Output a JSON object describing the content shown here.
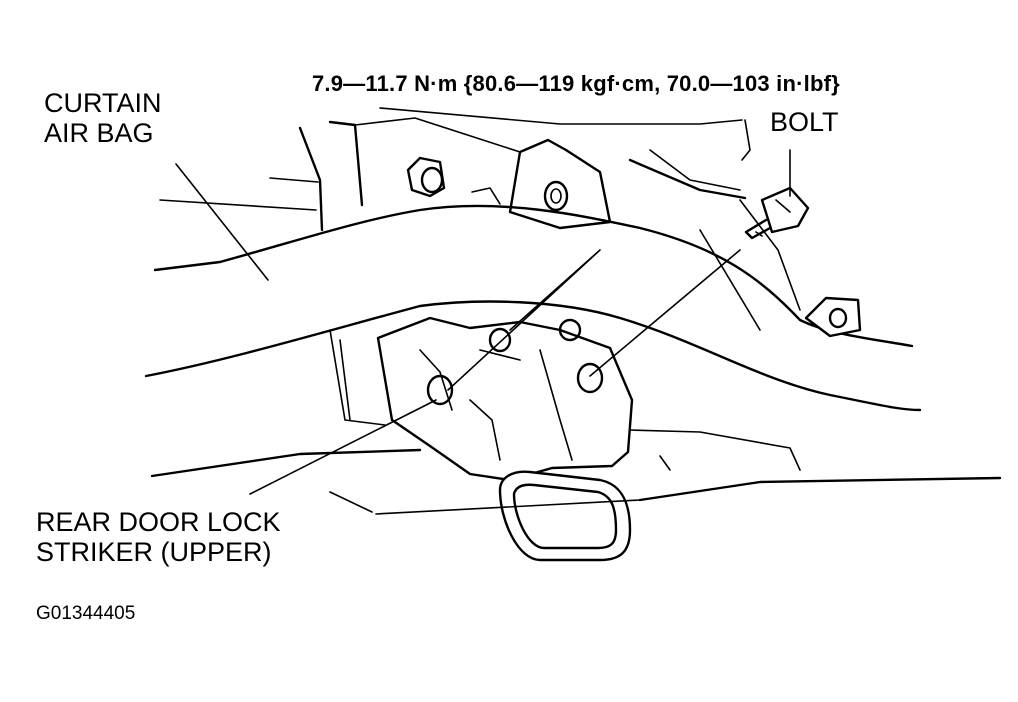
{
  "labels": {
    "torque": "7.9—11.7 N·m {80.6—119 kgf·cm, 70.0—103 in·lbf}",
    "bolt": "BOLT",
    "curtain_line1": "CURTAIN",
    "curtain_line2": "AIR BAG",
    "striker_line1": "REAR DOOR LOCK",
    "striker_line2": "STRIKER (UPPER)",
    "figure_id": "G01344405"
  }
}
